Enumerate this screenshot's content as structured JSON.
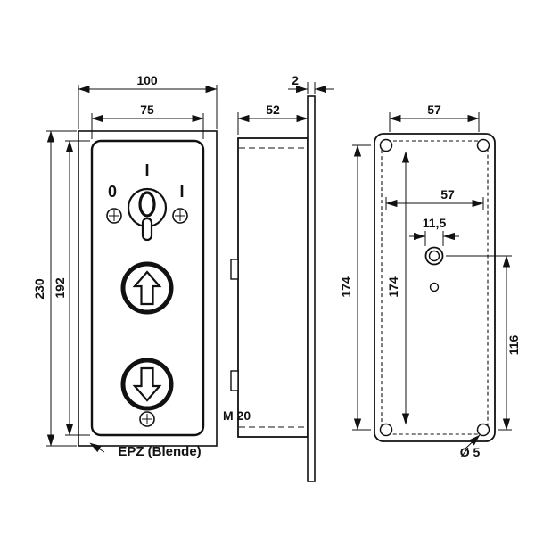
{
  "front": {
    "w_outer": "100",
    "w_inner": "75",
    "h_outer": "230",
    "h_inner": "192",
    "pos_left": "0",
    "pos_mid": "I",
    "pos_right": "I",
    "caption": "EPZ (Blende)"
  },
  "side": {
    "depth": "52",
    "plate": "2",
    "gland": "M 20"
  },
  "back": {
    "w_top": "57",
    "w_inner": "57",
    "hole_dia": "11,5",
    "h_outer": "174",
    "h_inner": "174",
    "h_bottom": "116",
    "screw_dia": "Ø 5"
  },
  "colors": {
    "line": "#111111",
    "background": "#ffffff"
  }
}
